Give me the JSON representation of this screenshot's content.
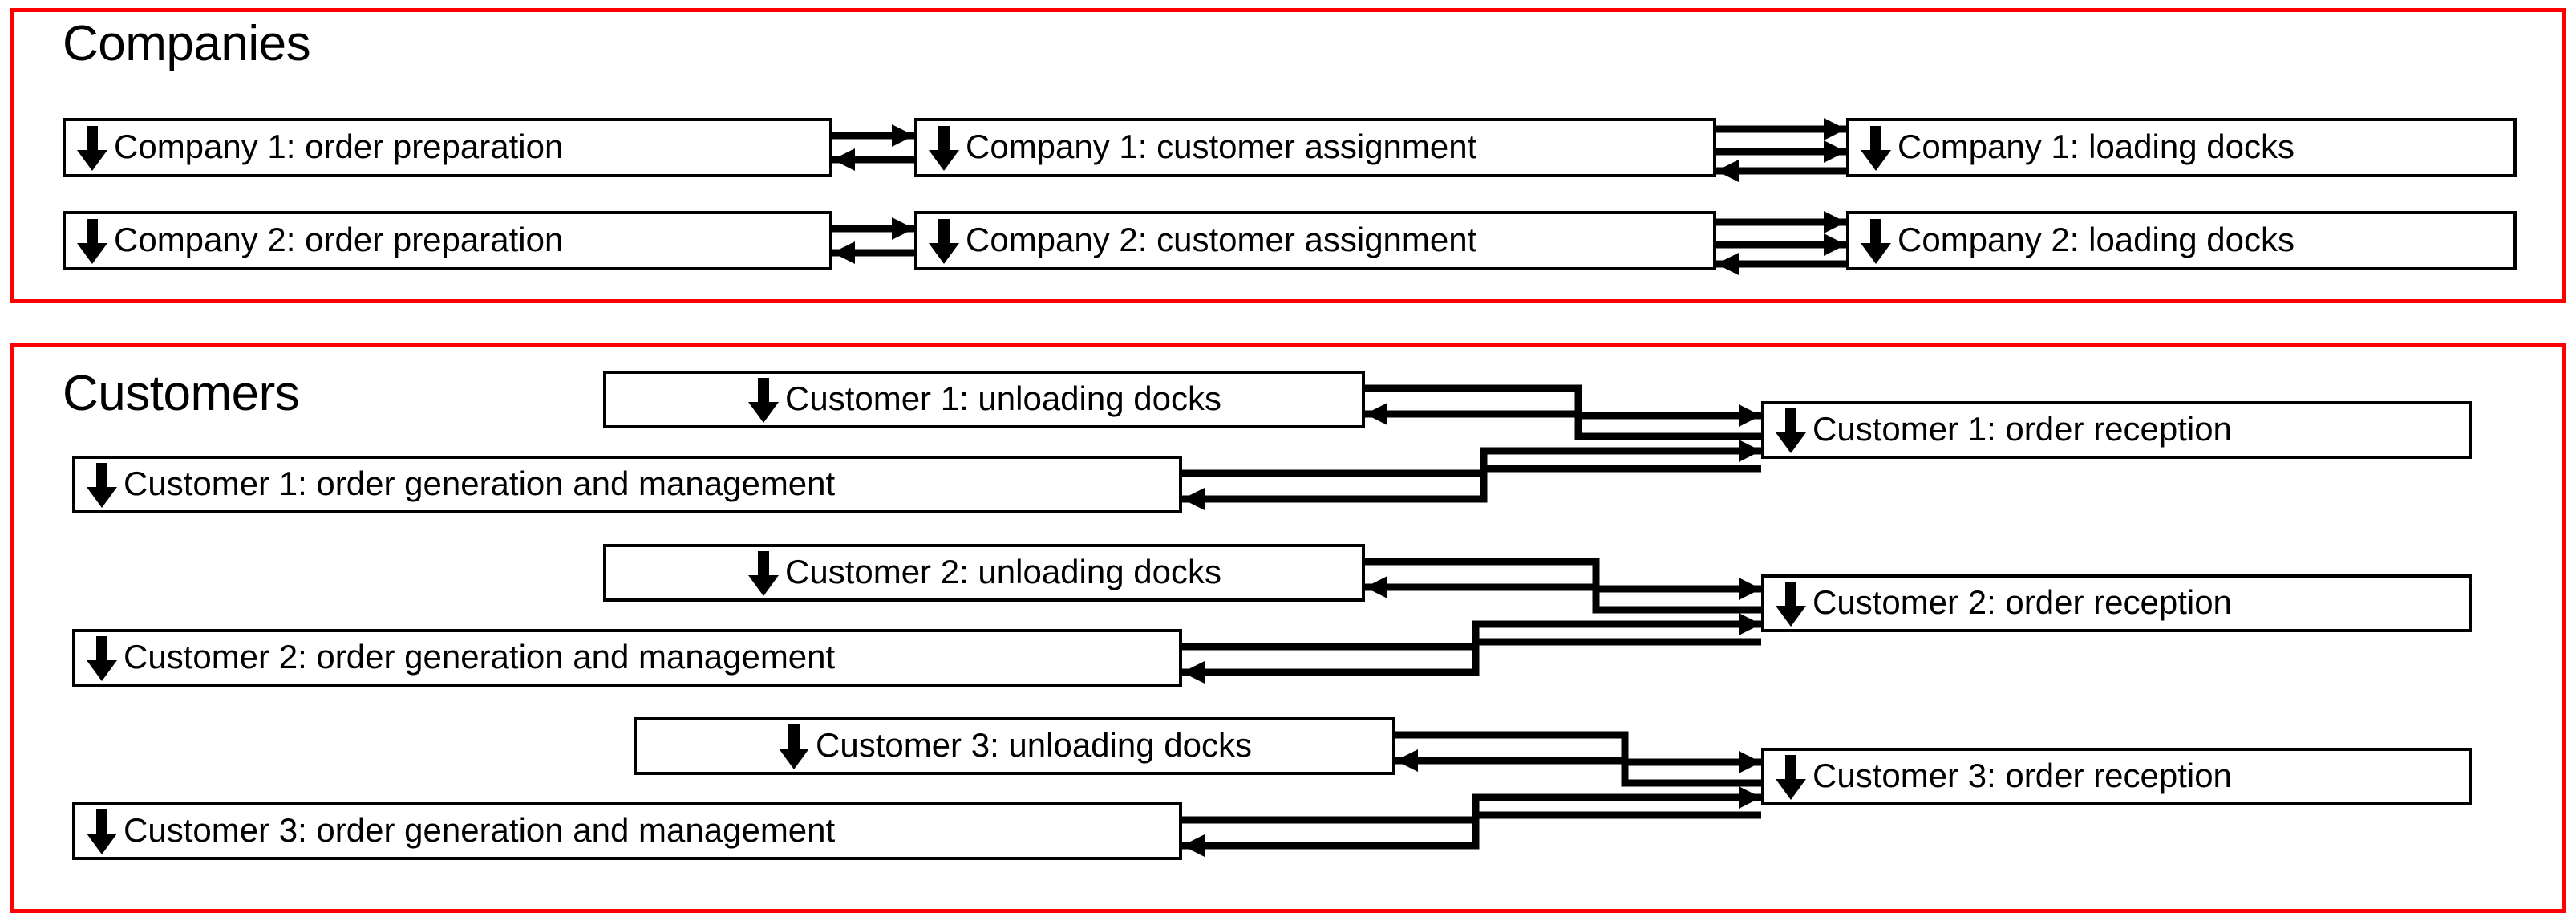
{
  "diagram": {
    "title_companies": "Companies",
    "title_customers": "Customers",
    "border_color": "#ff0000",
    "node_border_color": "#000000",
    "link_color": "#000000",
    "icon": "down-arrow-icon"
  },
  "companies": {
    "label": "Companies",
    "nodes": [
      {
        "id": "c1-prep",
        "label": "Company 1: order preparation"
      },
      {
        "id": "c1-assign",
        "label": "Company 1: customer assignment"
      },
      {
        "id": "c1-dock",
        "label": "Company 1: loading docks"
      },
      {
        "id": "c2-prep",
        "label": "Company 2: order preparation"
      },
      {
        "id": "c2-assign",
        "label": "Company 2: customer assignment"
      },
      {
        "id": "c2-dock",
        "label": "Company 2: loading docks"
      }
    ]
  },
  "customers": {
    "label": "Customers",
    "nodes": [
      {
        "id": "cu1-unload",
        "label": "Customer 1: unloading docks"
      },
      {
        "id": "cu1-gen",
        "label": "Customer 1: order generation and management"
      },
      {
        "id": "cu1-recep",
        "label": "Customer 1: order reception"
      },
      {
        "id": "cu2-unload",
        "label": "Customer 2: unloading docks"
      },
      {
        "id": "cu2-gen",
        "label": "Customer 2: order generation and management"
      },
      {
        "id": "cu2-recep",
        "label": "Customer 2: order reception"
      },
      {
        "id": "cu3-unload",
        "label": "Customer 3: unloading docks"
      },
      {
        "id": "cu3-gen",
        "label": "Customer 3: order generation and management"
      },
      {
        "id": "cu3-recep",
        "label": "Customer 3: order reception"
      }
    ]
  }
}
